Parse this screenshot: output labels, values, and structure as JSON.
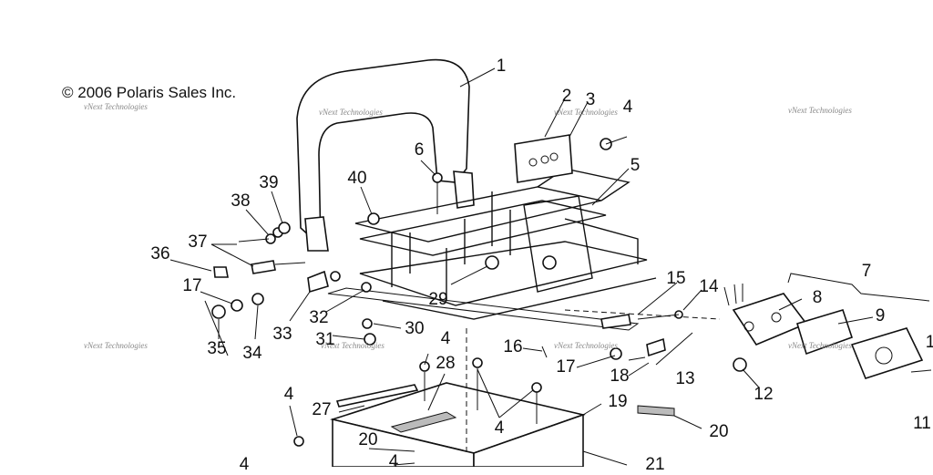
{
  "copyright": "© 2006 Polaris Sales Inc.",
  "watermark": "vNext Technologies",
  "callouts": [
    "1",
    "2",
    "3",
    "4",
    "5",
    "6",
    "7",
    "8",
    "9",
    "1",
    "11",
    "12",
    "13",
    "14",
    "15",
    "16",
    "17",
    "17",
    "18",
    "19",
    "20",
    "20",
    "21",
    "27",
    "28",
    "29",
    "30",
    "31",
    "32",
    "33",
    "34",
    "35",
    "36",
    "37",
    "38",
    "39",
    "40",
    "4",
    "4",
    "4",
    "4",
    "4"
  ]
}
